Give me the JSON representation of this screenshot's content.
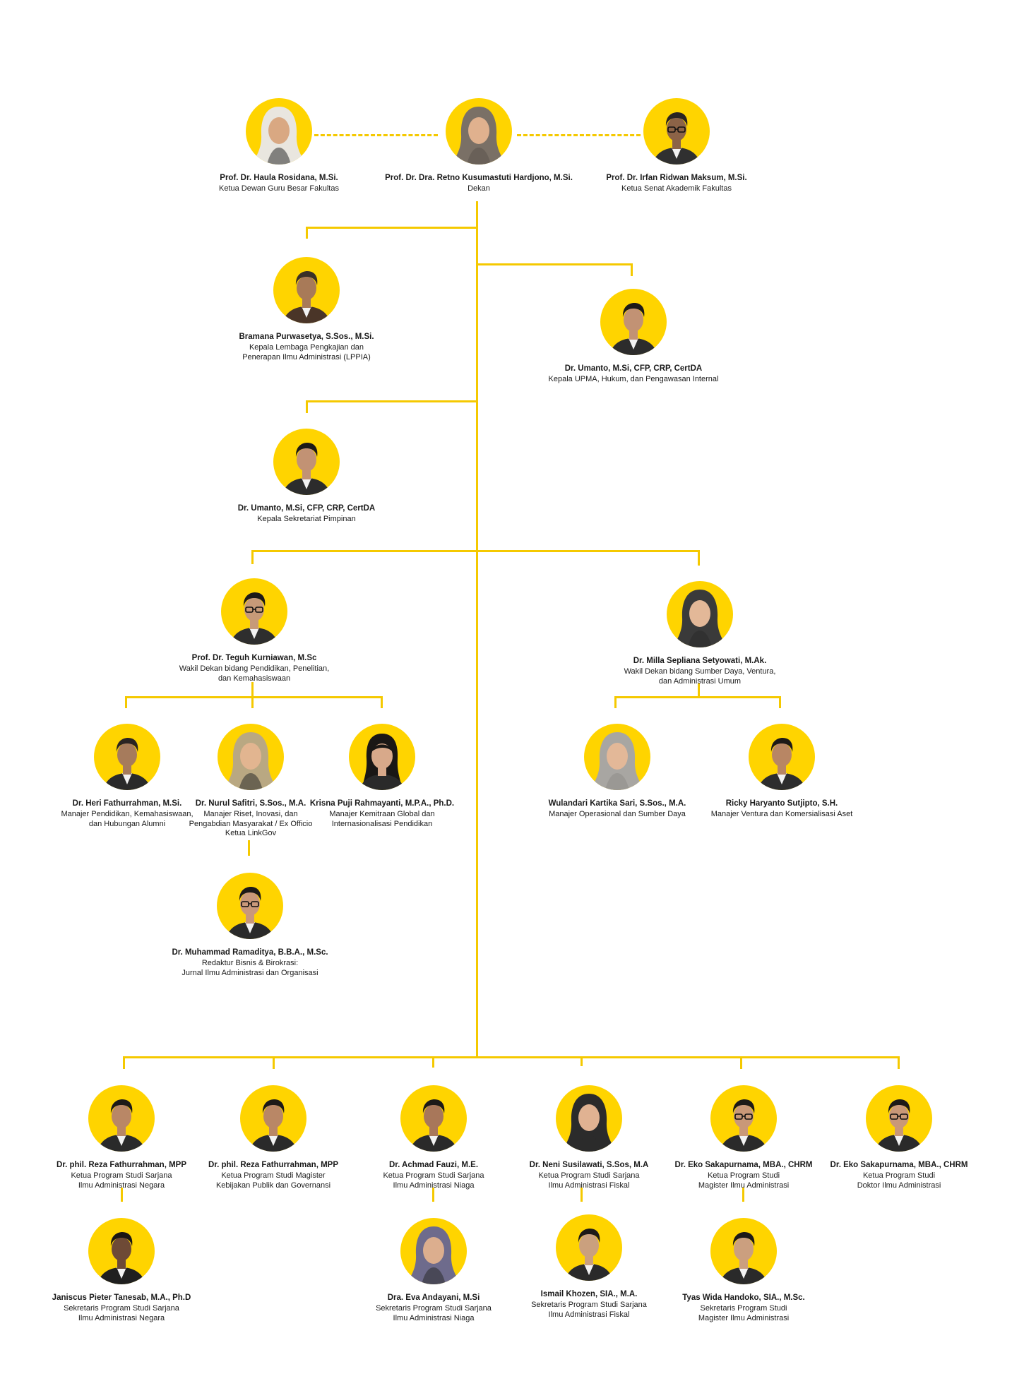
{
  "colors": {
    "accent": "#ffd400",
    "line": "#f5c900"
  },
  "people": [
    {
      "id": "haula",
      "name": "Prof. Dr. Haula Rosidana, M.Si.",
      "role": [
        "Ketua Dewan Guru Besar Fakultas"
      ],
      "icon": "person-hijab-icon",
      "variant": "hijab",
      "skin": "#d9a882",
      "hair": "#e9e6df",
      "cloth": "#2b2b2b"
    },
    {
      "id": "retno",
      "name": "Prof. Dr. Dra. Retno Kusumastuti Hardjono, M.Si.",
      "role": [
        "Dekan"
      ],
      "icon": "person-hijab-icon",
      "variant": "hijab",
      "skin": "#e0b18e",
      "hair": "#7a7066",
      "cloth": "#5b544d"
    },
    {
      "id": "irfan",
      "name": "Prof. Dr. Irfan Ridwan Maksum, M.Si.",
      "role": [
        "Ketua Senat Akademik Fakultas"
      ],
      "icon": "person-glasses-icon",
      "variant": "glasses",
      "skin": "#8c6347",
      "hair": "#2a2422",
      "cloth": "#303030"
    },
    {
      "id": "bramana",
      "name": "Bramana Purwasetya, S.Sos., M.Si.",
      "role": [
        "Kepala Lembaga Pengkajian dan",
        "Penerapan Ilmu Administrasi (LPPIA)"
      ],
      "icon": "person-icon",
      "variant": "man",
      "skin": "#a87a58",
      "hair": "#3a3028",
      "cloth": "#4a3528"
    },
    {
      "id": "umanto1",
      "name": "Dr. Umanto, M.Si, CFP, CRP, CertDA",
      "role": [
        "Kepala UPMA, Hukum, dan Pengawasan Internal"
      ],
      "icon": "person-icon",
      "variant": "man",
      "skin": "#c29274",
      "hair": "#1d1a18",
      "cloth": "#2c2c2c"
    },
    {
      "id": "umanto2",
      "name": "Dr. Umanto, M.Si, CFP, CRP, CertDA",
      "role": [
        "Kepala Sekretariat Pimpinan"
      ],
      "icon": "person-icon",
      "variant": "man",
      "skin": "#c29274",
      "hair": "#1d1a18",
      "cloth": "#2c2c2c"
    },
    {
      "id": "teguh",
      "name": "Prof. Dr. Teguh Kurniawan, M.Sc",
      "role": [
        "Wakil Dekan bidang Pendidikan, Penelitian,",
        "dan Kemahasiswaan"
      ],
      "icon": "person-glasses-icon",
      "variant": "glasses",
      "skin": "#c79a78",
      "hair": "#1d1a18",
      "cloth": "#2e2e2e"
    },
    {
      "id": "milla",
      "name": "Dr. Milla Sepliana Setyowati, M.Ak.",
      "role": [
        "Wakil Dekan bidang Sumber Daya, Ventura,",
        "dan Administrasi Umum"
      ],
      "icon": "person-hijab-icon",
      "variant": "hijab",
      "skin": "#e3b898",
      "hair": "#3a3a3a",
      "cloth": "#2a2a2a"
    },
    {
      "id": "heri",
      "name": "Dr. Heri Fathurrahman, M.Si.",
      "role": [
        "Manajer Pendidikan, Kemahasiswaan,",
        "dan Hubungan Alumni"
      ],
      "icon": "person-icon",
      "variant": "man",
      "skin": "#a67b5c",
      "hair": "#2a2422",
      "cloth": "#2a2a2a"
    },
    {
      "id": "nurul",
      "name": "Dr. Nurul Safitri, S.Sos., M.A.",
      "role": [
        "Manajer Riset, Inovasi, dan",
        "Pengabdian Masyarakat / Ex Officio",
        "Ketua LinkGov"
      ],
      "icon": "person-hijab-icon",
      "variant": "hijab",
      "skin": "#e2b590",
      "hair": "#b9a882",
      "cloth": "#2b2b2b"
    },
    {
      "id": "krisna",
      "name": "Krisna Puji Rahmayanti,  M.P.A., Ph.D.",
      "role": [
        "Manajer Kemitraan Global dan",
        "Internasionalisasi Pendidikan"
      ],
      "icon": "person-woman-icon",
      "variant": "woman",
      "skin": "#d8a98a",
      "hair": "#1a1715",
      "cloth": "#2a2a2a"
    },
    {
      "id": "wulandari",
      "name": "Wulandari Kartika Sari, S.Sos., M.A.",
      "role": [
        "Manajer Operasional dan Sumber Daya"
      ],
      "icon": "person-hijab-icon",
      "variant": "hijab",
      "skin": "#e3b898",
      "hair": "#a8a6a2",
      "cloth": "#8e8c88"
    },
    {
      "id": "ricky",
      "name": "Ricky Haryanto Sutjipto, S.H.",
      "role": [
        "Manajer Ventura dan Komersialisasi Aset"
      ],
      "icon": "person-icon",
      "variant": "man",
      "skin": "#b88664",
      "hair": "#1d1a18",
      "cloth": "#2d2d2d"
    },
    {
      "id": "ramaditya",
      "name": "Dr. Muhammad Ramaditya, B.B.A., M.Sc.",
      "role": [
        "Redaktur Bisnis & Birokrasi:",
        "Jurnal Ilmu Administrasi dan Organisasi"
      ],
      "icon": "person-glasses-icon",
      "variant": "glasses",
      "skin": "#c9987a",
      "hair": "#1d1a18",
      "cloth": "#2a2a2a"
    },
    {
      "id": "reza1",
      "name": "Dr. phil. Reza Fathurrahman, MPP",
      "role": [
        "Ketua Program Studi Sarjana",
        "Ilmu Administrasi Negara"
      ],
      "icon": "person-icon",
      "variant": "man",
      "skin": "#b98766",
      "hair": "#1d1a18",
      "cloth": "#2a2a2a"
    },
    {
      "id": "reza2",
      "name": "Dr. phil. Reza Fathurrahman, MPP",
      "role": [
        "Ketua Program Studi Magister",
        "Kebijakan Publik dan Governansi"
      ],
      "icon": "person-icon",
      "variant": "man",
      "skin": "#b98766",
      "hair": "#1d1a18",
      "cloth": "#2a2a2a"
    },
    {
      "id": "achmad",
      "name": "Dr. Achmad Fauzi, M.E.",
      "role": [
        "Ketua Program Studi Sarjana",
        "Ilmu Administrasi Niaga"
      ],
      "icon": "person-icon",
      "variant": "man",
      "skin": "#a8775a",
      "hair": "#1d1a18",
      "cloth": "#2a2a2a"
    },
    {
      "id": "neni",
      "name": "Dr. Neni Susilawati, S.Sos, M.A",
      "role": [
        "Ketua Program Studi Sarjana",
        "Ilmu Administrasi Fiskal"
      ],
      "icon": "person-hijab-icon",
      "variant": "hijab",
      "skin": "#e0b292",
      "hair": "#2b2b2b",
      "cloth": "#2b2b2b"
    },
    {
      "id": "eko1",
      "name": "Dr. Eko Sakapurnama, MBA., CHRM",
      "role": [
        "Ketua Program Studi",
        "Magister Ilmu Administrasi"
      ],
      "icon": "person-glasses-icon",
      "variant": "glasses",
      "skin": "#c99878",
      "hair": "#1d1a18",
      "cloth": "#2a2a2a"
    },
    {
      "id": "eko2",
      "name": "Dr. Eko Sakapurnama, MBA., CHRM",
      "role": [
        "Ketua Program Studi",
        "Doktor Ilmu Administrasi"
      ],
      "icon": "person-glasses-icon",
      "variant": "glasses",
      "skin": "#c99878",
      "hair": "#1d1a18",
      "cloth": "#2a2a2a"
    },
    {
      "id": "janiscus",
      "name": "Janiscus Pieter Tanesab, M.A., Ph.D",
      "role": [
        "Sekretaris Program Studi Sarjana",
        "Ilmu Administrasi Negara"
      ],
      "icon": "person-icon",
      "variant": "man",
      "skin": "#6e4a36",
      "hair": "#1a1614",
      "cloth": "#1f1f1f"
    },
    {
      "id": "eva",
      "name": "Dra. Eva Andayani, M.Si",
      "role": [
        "Sekretaris Program Studi Sarjana",
        "Ilmu Administrasi Niaga"
      ],
      "icon": "person-hijab-icon",
      "variant": "hijab",
      "skin": "#dcae8e",
      "hair": "#6e6b8c",
      "cloth": "#2b2b2b"
    },
    {
      "id": "ismail",
      "name": "Ismail Khozen, SIA., M.A.",
      "role": [
        "Sekretaris Program Studi Sarjana",
        "Ilmu Administrasi Fiskal"
      ],
      "icon": "person-icon",
      "variant": "man",
      "skin": "#caa07e",
      "hair": "#1d1a18",
      "cloth": "#2a2a2a"
    },
    {
      "id": "tyas",
      "name": "Tyas Wida Handoko, SIA., M.Sc.",
      "role": [
        "Sekretaris Program Studi",
        "Magister Ilmu Administrasi"
      ],
      "icon": "person-icon",
      "variant": "man",
      "skin": "#cb9f7f",
      "hair": "#1d1a18",
      "cloth": "#2a2a2a"
    }
  ]
}
